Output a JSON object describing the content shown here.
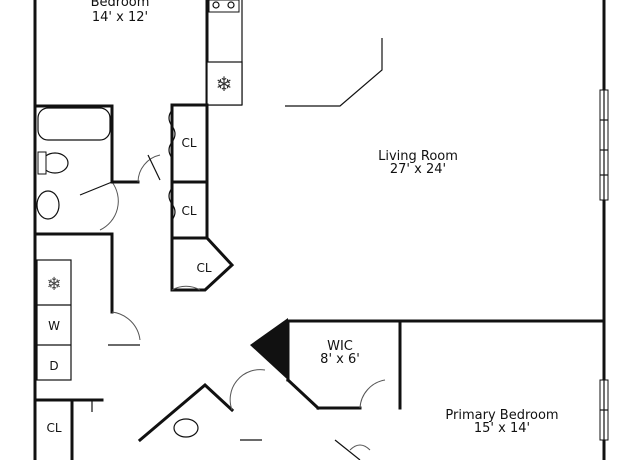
{
  "rooms": {
    "bedroom": {
      "name": "Bedroom",
      "size": "14' x 12'"
    },
    "living_room": {
      "name": "Living Room",
      "size": "27' x 24'"
    },
    "wic": {
      "name": "WIC",
      "size": "8' x 6'"
    },
    "primary_bedroom": {
      "name": "Primary Bedroom",
      "size": "15' x 14'"
    }
  },
  "closets": {
    "cl_1": "CL",
    "cl_2": "CL",
    "cl_3": "CL",
    "cl_4": "CL"
  },
  "appliances": {
    "washer": "W",
    "dryer": "D"
  }
}
